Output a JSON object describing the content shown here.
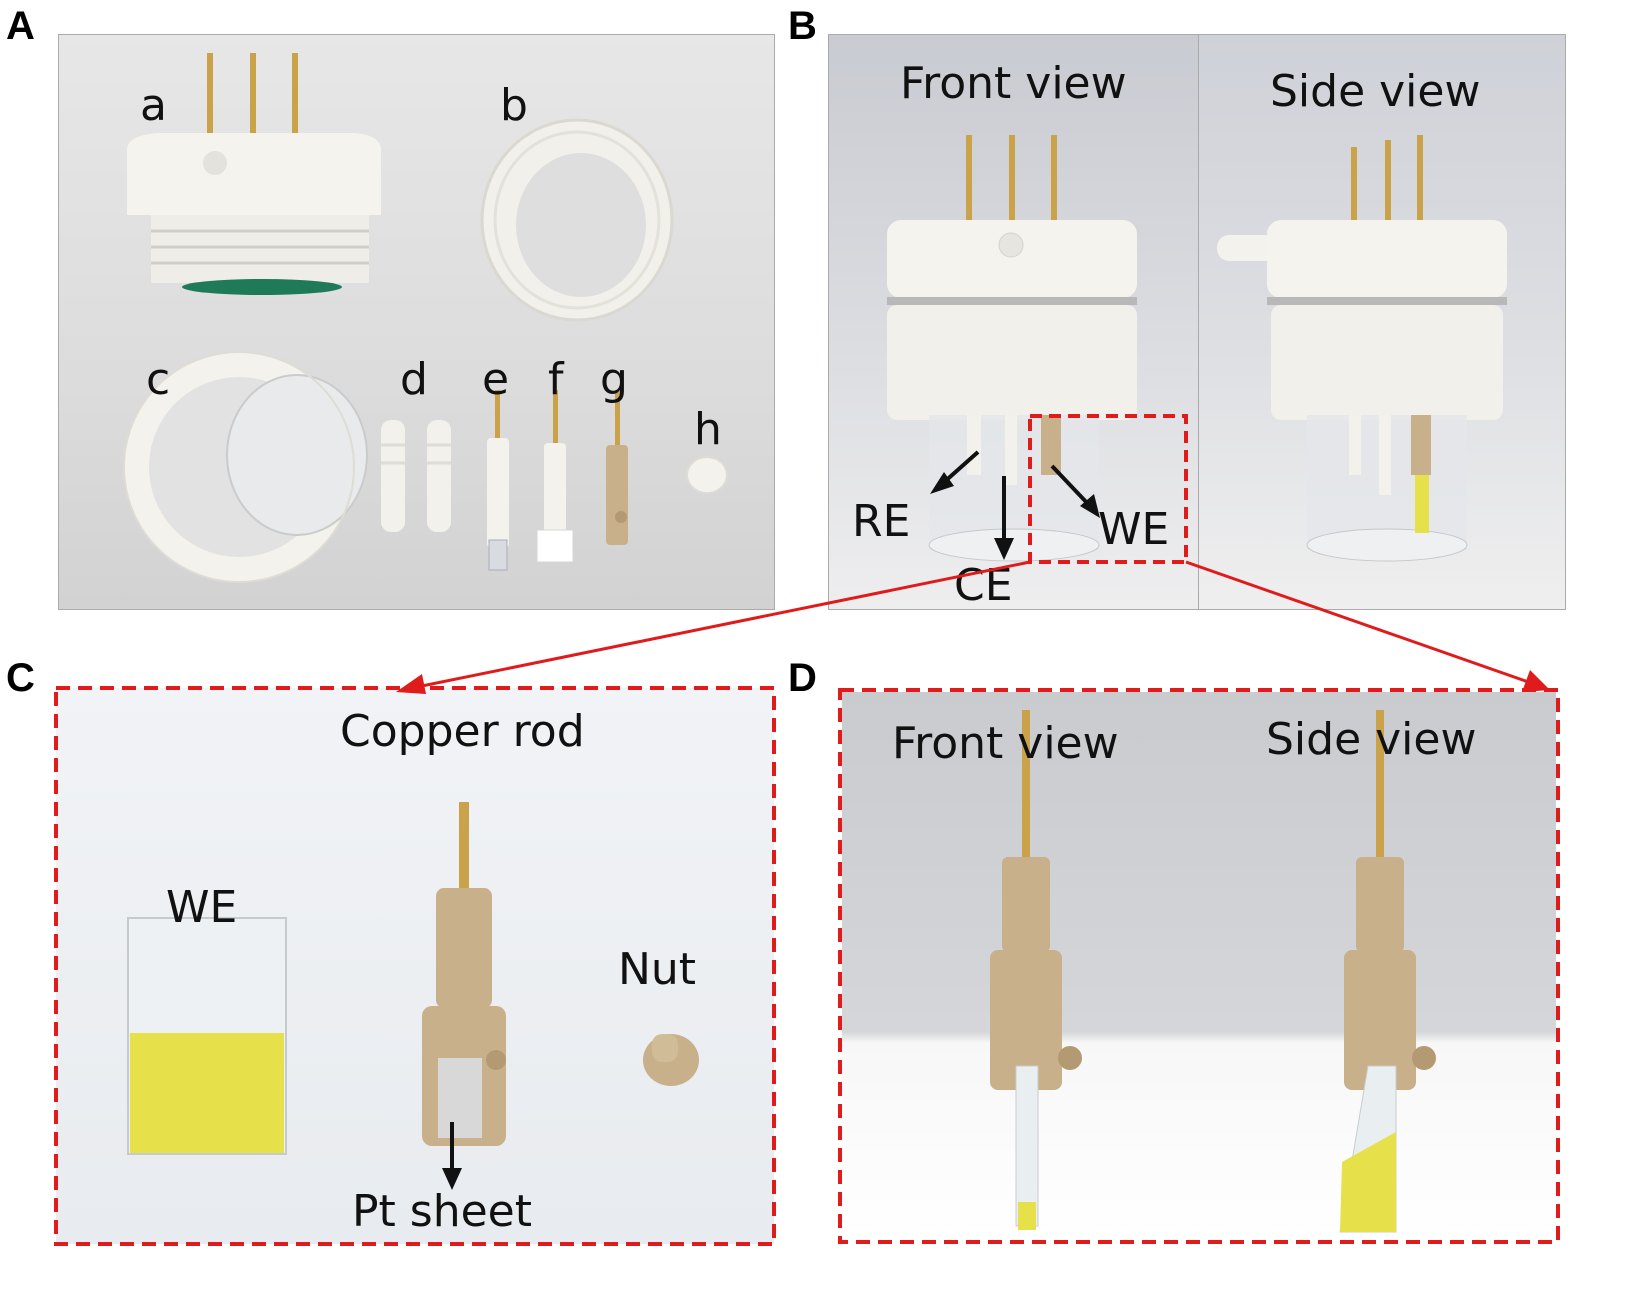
{
  "panels": {
    "A": {
      "letter": "A",
      "parts": {
        "a": "a",
        "b": "b",
        "c": "c",
        "d": "d",
        "e": "e",
        "f": "f",
        "g": "g",
        "h": "h"
      }
    },
    "B": {
      "letter": "B",
      "front_view": "Front view",
      "side_view": "Side view",
      "re": "RE",
      "ce": "CE",
      "we": "WE"
    },
    "C": {
      "letter": "C",
      "copper_rod": "Copper rod",
      "we": "WE",
      "nut": "Nut",
      "pt_sheet": "Pt sheet"
    },
    "D": {
      "letter": "D",
      "front_view": "Front view",
      "side_view": "Side view"
    }
  },
  "colors": {
    "highlight_red": "#e01b1b",
    "arrow_black": "#111111",
    "ptfe_white": "#f4f3ee",
    "peek_tan": "#c7b08a",
    "brass": "#c9a24a",
    "wafer_yellow": "#e6e14a",
    "oring_green": "#1f7a5a"
  }
}
